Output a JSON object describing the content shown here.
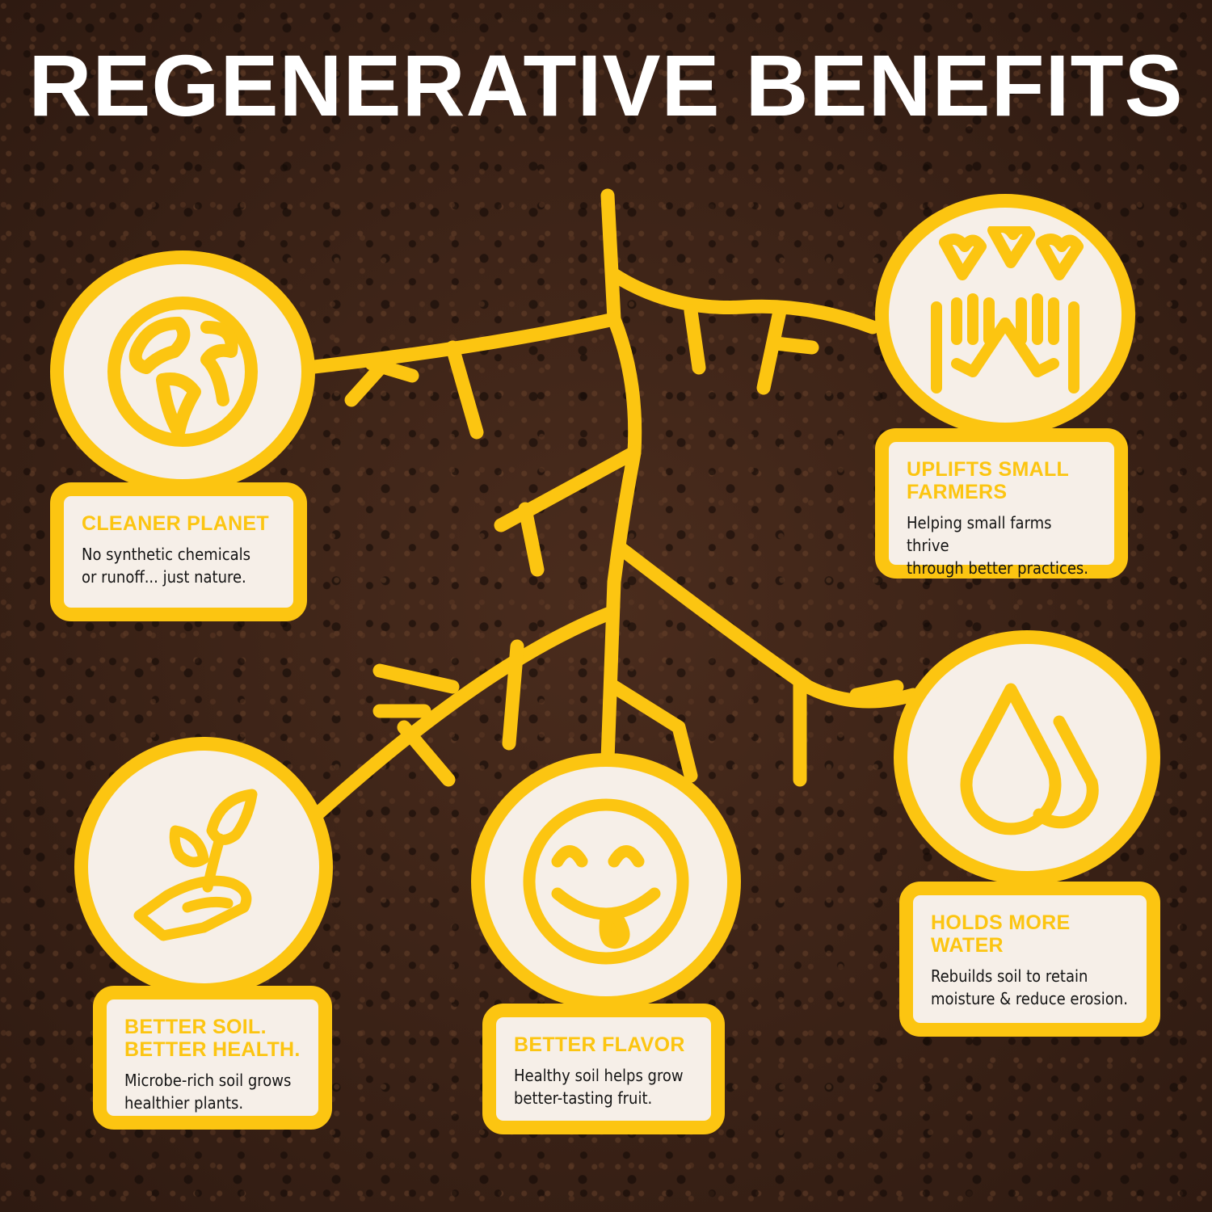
{
  "title": "REGENERATIVE BENEFITS",
  "colors": {
    "accent": "#fcc511",
    "card_bg": "#f6efe8",
    "title": "#ffffff",
    "body_text": "#141414",
    "background": "#3a2318"
  },
  "benefits": [
    {
      "id": "cleaner-planet",
      "icon": "globe-icon",
      "heading": "CLEANER PLANET",
      "body_line1": "No synthetic chemicals",
      "body_line2": "or runoff... just nature."
    },
    {
      "id": "uplifts-small-farmers",
      "icon": "hands-hearts-icon",
      "heading_line1": "UPLIFTS SMALL",
      "heading_line2": "FARMERS",
      "body_line1": "Helping small farms thrive",
      "body_line2": "through better practices."
    },
    {
      "id": "holds-more-water",
      "icon": "water-drops-icon",
      "heading_line1": "HOLDS MORE",
      "heading_line2": "WATER",
      "body_line1": "Rebuilds soil to retain",
      "body_line2": "moisture & reduce erosion."
    },
    {
      "id": "better-soil-better-health",
      "icon": "seedling-hand-icon",
      "heading_line1": "BETTER SOIL.",
      "heading_line2": "BETTER HEALTH.",
      "body_line1": "Microbe-rich soil grows",
      "body_line2": "healthier plants."
    },
    {
      "id": "better-flavor",
      "icon": "smiley-tongue-icon",
      "heading": "BETTER FLAVOR",
      "body_line1": "Healthy soil helps grow",
      "body_line2": "better-tasting fruit."
    }
  ]
}
